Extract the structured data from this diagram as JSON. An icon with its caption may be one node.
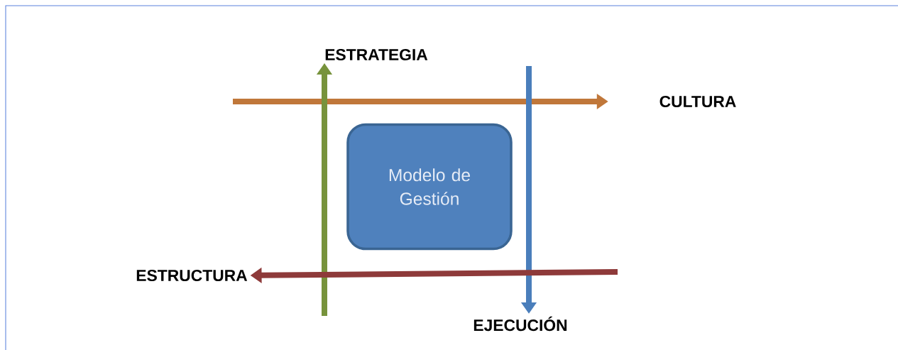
{
  "diagram": {
    "nodes": [
      {
        "text": [
          "Modelo de Gestión"
        ]
      },
      {
        "text": [
          "ESTRATEGIA"
        ]
      },
      {
        "text": [
          "CULTURA"
        ]
      },
      {
        "text": [
          "ESTRUCTURA"
        ]
      },
      {
        "text": [
          "EJECUCIÓN"
        ]
      }
    ],
    "edges": [
      {
        "from": null,
        "to": 2,
        "arrow": "to",
        "color": "#c0773a"
      },
      {
        "from": null,
        "to": 1,
        "arrow": "to",
        "color": "#77933c"
      },
      {
        "from": null,
        "to": 4,
        "arrow": "to",
        "color": "#4a7ebb"
      },
      {
        "from": null,
        "to": 3,
        "arrow": "to",
        "color": "#8e3a3a"
      }
    ]
  }
}
